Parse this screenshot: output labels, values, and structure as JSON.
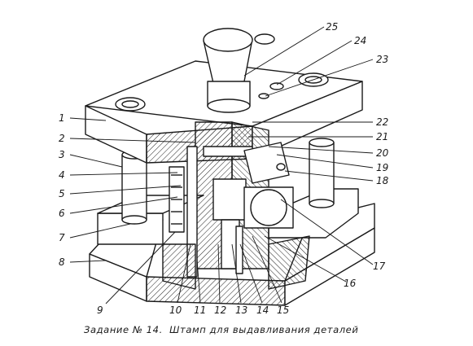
{
  "callouts": [
    "1",
    "2",
    "3",
    "4",
    "5",
    "6",
    "7",
    "8",
    "9",
    "10",
    "11",
    "12",
    "13",
    "14",
    "15",
    "16",
    "17",
    "18",
    "19",
    "20",
    "21",
    "22",
    "23",
    "24",
    "25"
  ],
  "caption": {
    "assignment": "Задание № 14.",
    "title": "Штамп для выдавливания деталей"
  }
}
